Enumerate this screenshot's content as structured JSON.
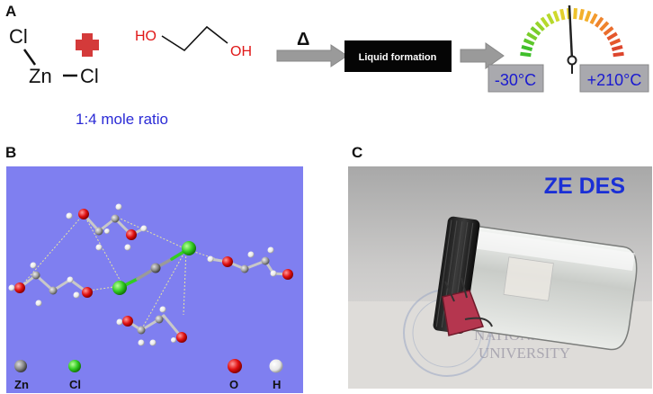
{
  "panels": {
    "a": "A",
    "b": "B",
    "c": "C"
  },
  "scheme": {
    "zncl2": {
      "cl_top": "Cl",
      "zn": "Zn",
      "cl_right": "Cl"
    },
    "glycol": {
      "left_oh": "HO",
      "right_oh": "OH"
    },
    "ratio": "1:4 mole ratio",
    "heat_symbol": "Δ",
    "box_label": "Liquid formation",
    "temp_low": "-30°C",
    "temp_high": "+210°C"
  },
  "legend": {
    "zn": "Zn",
    "cl": "Cl",
    "o": "O",
    "h": "H"
  },
  "photo": {
    "label": "ZE DES"
  },
  "colors": {
    "ratio_text": "#2b2bd6",
    "heteroatom_red": "#e01818",
    "plus_red": "#d43a3a",
    "arrow_grey": "#9a9a9a",
    "box_black": "#050505",
    "temp_box": "#a9a9ae",
    "temp_text": "#1a1ad0",
    "mol_bg": "#7f7ff0",
    "photo_label": "#1a2fd6",
    "zn_grey": "#888888",
    "cl_green": "#33cc22"
  }
}
